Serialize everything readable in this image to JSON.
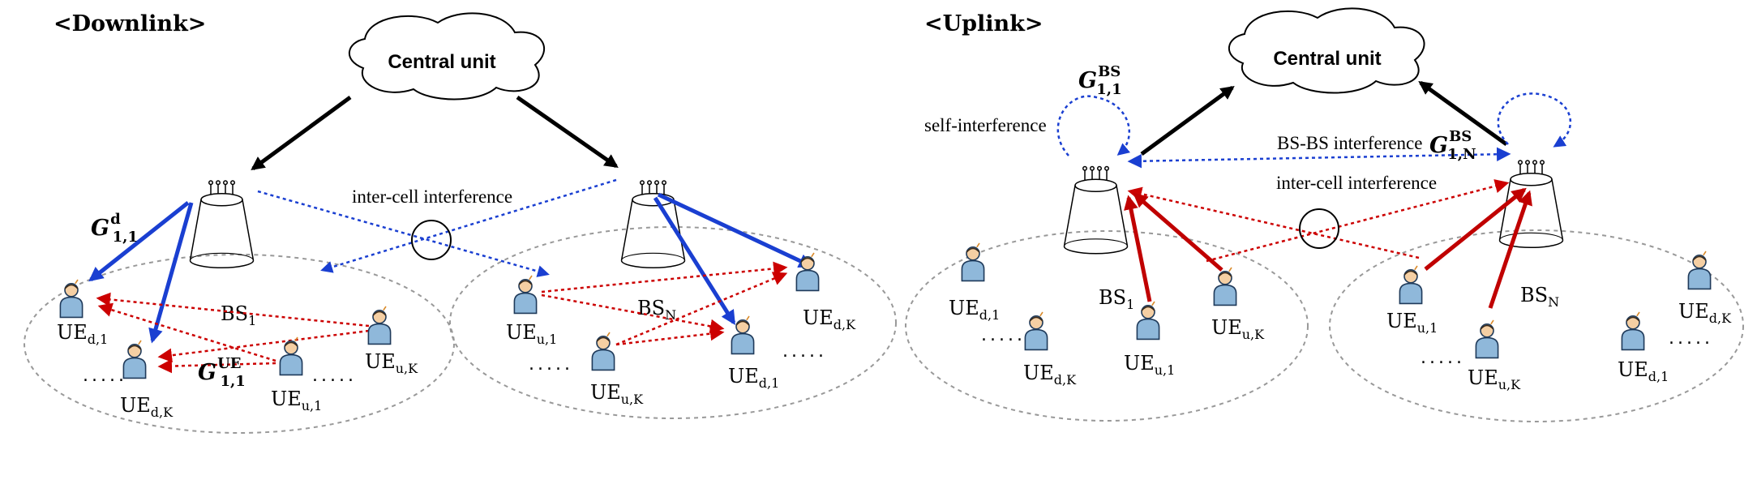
{
  "downlink": {
    "title": "<Downlink>",
    "central_unit": "Central unit",
    "inter_cell_interference": "inter-cell interference",
    "bs_first": {
      "base": "BS",
      "sub": "1"
    },
    "bs_last": {
      "base": "BS",
      "sub": "N"
    },
    "channel_bs_ue": {
      "base": "G",
      "sub": "1,1",
      "sup": "d"
    },
    "channel_ue_ue": {
      "base": "G",
      "sub": "1,1",
      "sup": "UE"
    },
    "cell1_users": [
      {
        "base": "UE",
        "sub": "d,1"
      },
      {
        "base": "UE",
        "sub": "d,K"
      },
      {
        "base": "UE",
        "sub": "u,1"
      },
      {
        "base": "UE",
        "sub": "u,K"
      }
    ],
    "cellN_users": [
      {
        "base": "UE",
        "sub": "u,1"
      },
      {
        "base": "UE",
        "sub": "u,K"
      },
      {
        "base": "UE",
        "sub": "d,1"
      },
      {
        "base": "UE",
        "sub": "d,K"
      }
    ],
    "ellipsis": "....."
  },
  "uplink": {
    "title": "<Uplink>",
    "central_unit": "Central unit",
    "self_interference": "self-interference",
    "bs_bs_interference": "BS-BS interference",
    "inter_cell_interference": "inter-cell interference",
    "bs_first": {
      "base": "BS",
      "sub": "1"
    },
    "bs_last": {
      "base": "BS",
      "sub": "N"
    },
    "channel_self": {
      "base": "G",
      "sub": "1,1",
      "sup": "BS"
    },
    "channel_bs_bs": {
      "base": "G",
      "sub": "1,N",
      "sup": "BS"
    },
    "cell1_users": [
      {
        "base": "UE",
        "sub": "d,1"
      },
      {
        "base": "UE",
        "sub": "d,K"
      },
      {
        "base": "UE",
        "sub": "u,1"
      },
      {
        "base": "UE",
        "sub": "u,K"
      }
    ],
    "cellN_users": [
      {
        "base": "UE",
        "sub": "u,1"
      },
      {
        "base": "UE",
        "sub": "u,K"
      },
      {
        "base": "UE",
        "sub": "d,1"
      },
      {
        "base": "UE",
        "sub": "d,K"
      }
    ],
    "ellipsis": "....."
  },
  "colors": {
    "control_link": "#000000",
    "desired_link": "#1a3fd1",
    "interference_blue": "#1a3fd1",
    "interference_red": "#cc0000",
    "uplink_signal": "#c00000",
    "cell_boundary": "#999999",
    "user_body": "#8fb8da",
    "user_skin": "#f5cfa3"
  }
}
